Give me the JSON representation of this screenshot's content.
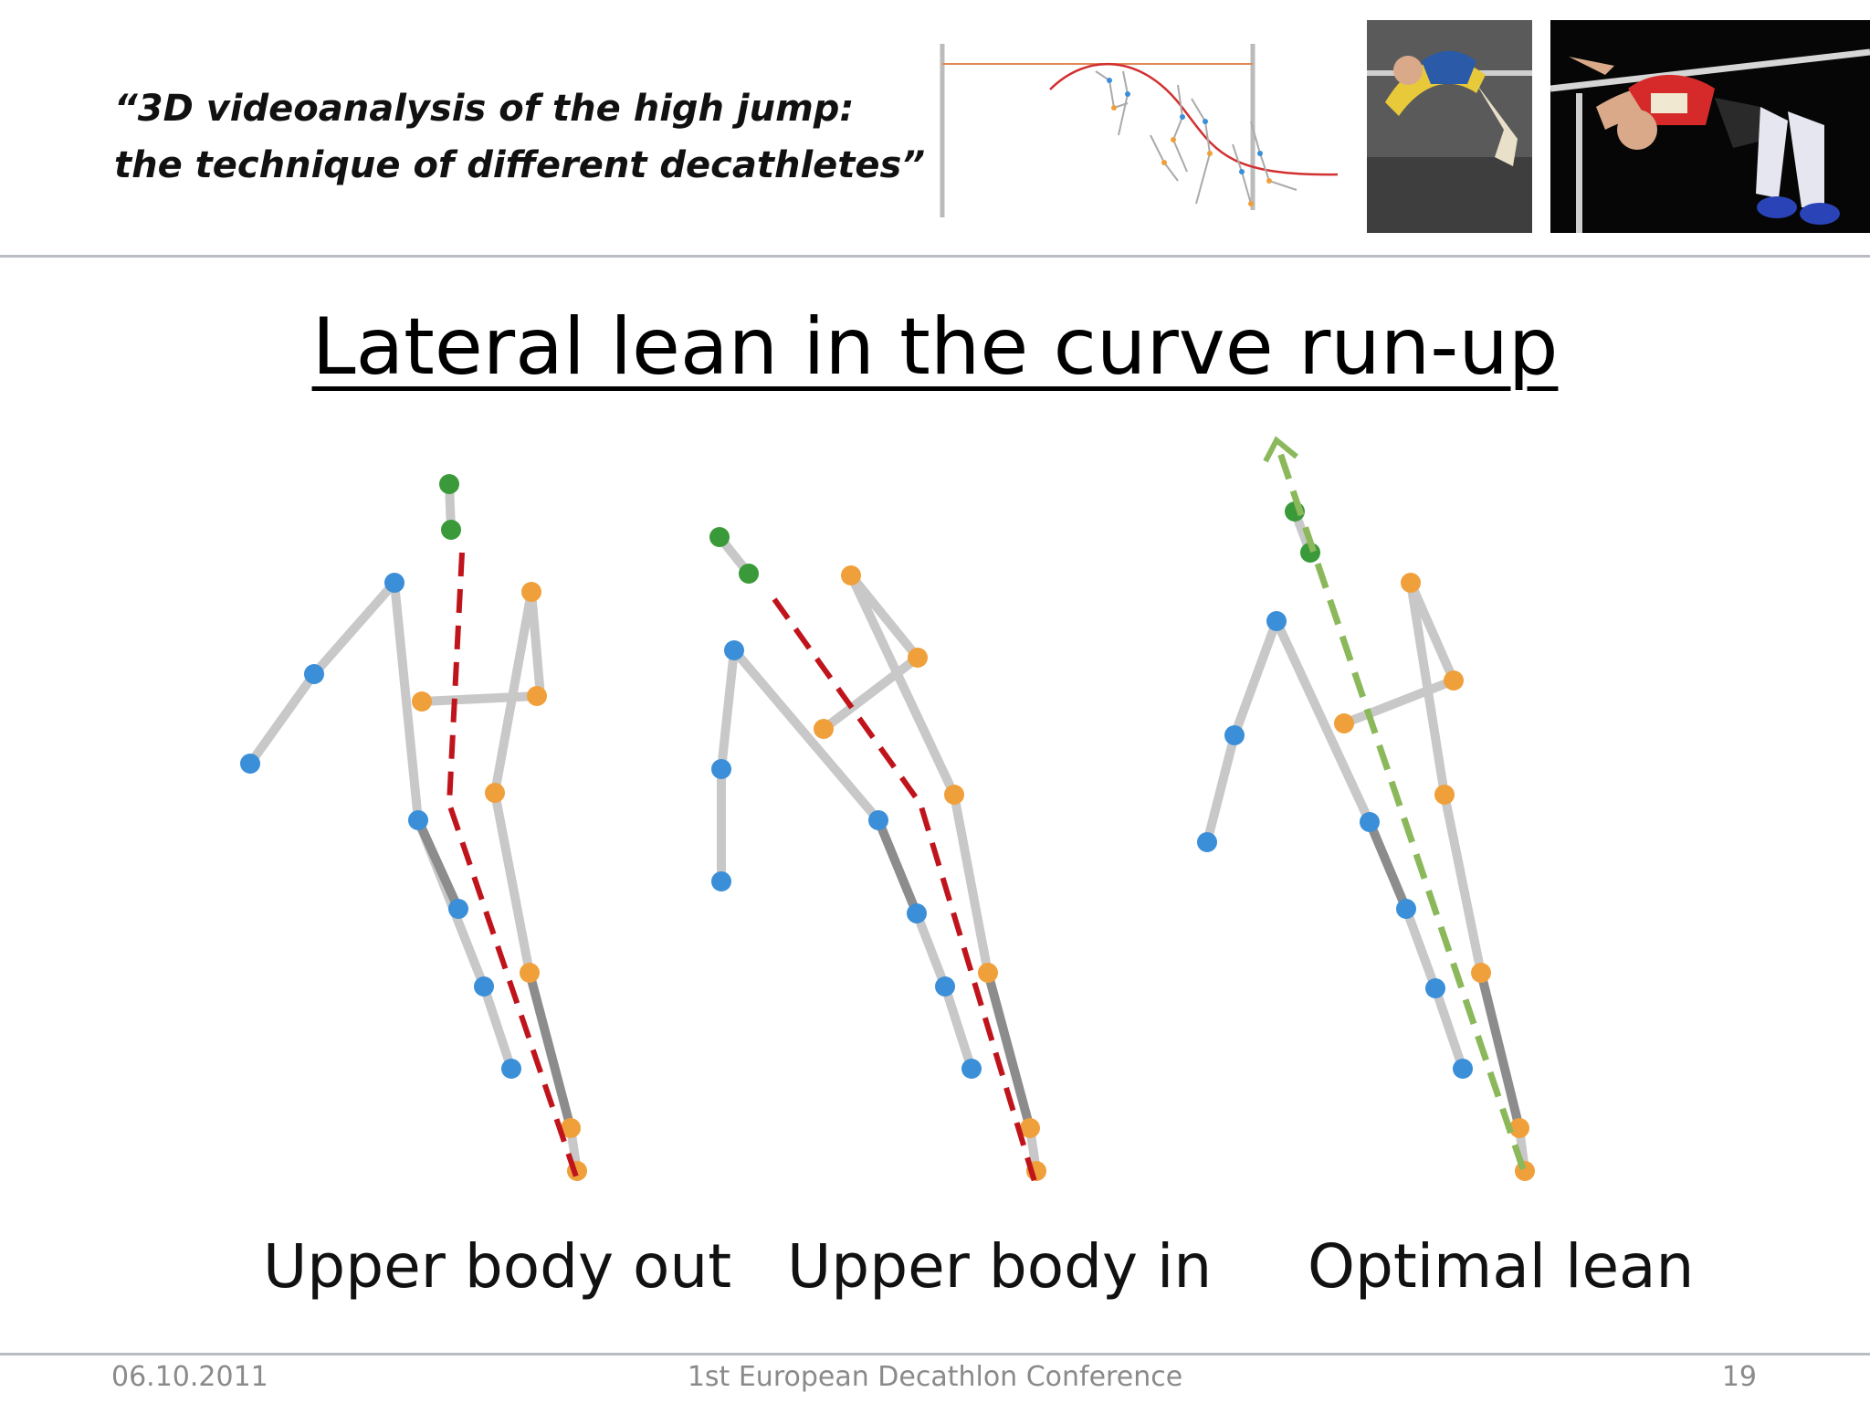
{
  "header": {
    "subtitle_line1": "“3D videoanalysis of the high jump:",
    "subtitle_line2": "the technique of different decathletes”"
  },
  "title": "Lateral lean in the curve run-up",
  "captions": [
    "Upper body out",
    "Upper body in",
    "Optimal lean"
  ],
  "footer": {
    "date": "06.10.2011",
    "conference": "1st European Decathlon Conference",
    "page": "19"
  },
  "colors": {
    "joint_blue": "#3a8fd8",
    "joint_orange": "#f0a03a",
    "joint_green": "#3a9a3a",
    "bone": "#c8c8c8",
    "bone_dark": "#8c8c8c",
    "dash_red": "#c0141c",
    "dash_green": "#8ab85a",
    "rule_gray": "#b9bcc2"
  }
}
